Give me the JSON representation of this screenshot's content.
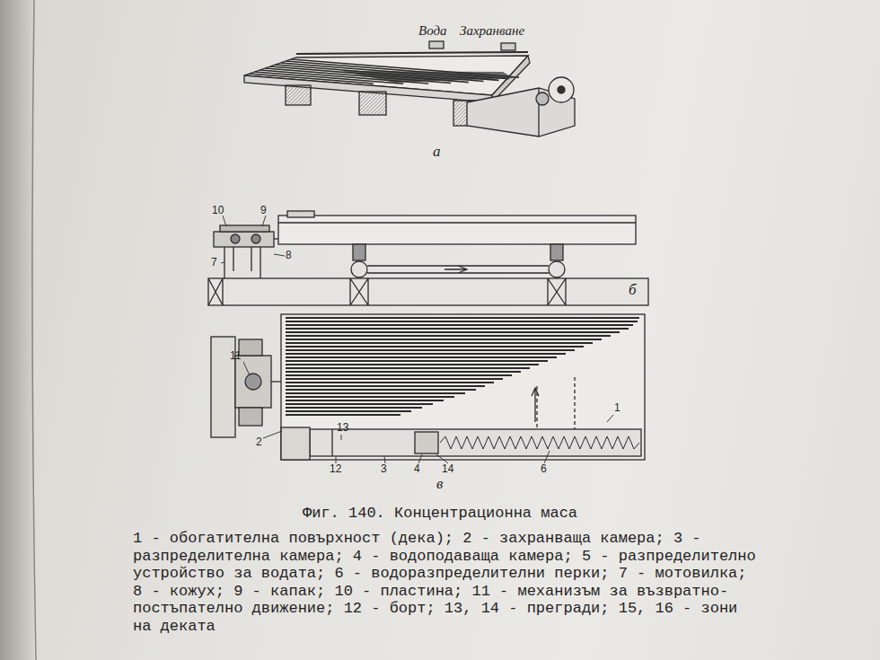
{
  "diagram": {
    "caption": "Фиг. 140. Концентрационна маса",
    "labels": [
      "Вода",
      "Захранване",
      "а",
      "10",
      "9",
      "7",
      "8",
      "б",
      "11",
      "2",
      "13",
      "12",
      "3",
      "4",
      "14",
      "6",
      "1",
      "в",
      "1 - обогатителна повърхност (дека); 2 - захранваща камера; 3 - разпределителна камера; 4 - водоподаваща камера; 5 - разпределително устройство за водата; 6 - водоразпределителни перки; 7 - мотовилка; 8 - кожух; 9 - капак; 10 - пластина; 11 - механизъм за възвратно-постъпателно движение; 12 - борт; 13, 14 - прегради; 15, 16 - зони на деката"
    ]
  }
}
